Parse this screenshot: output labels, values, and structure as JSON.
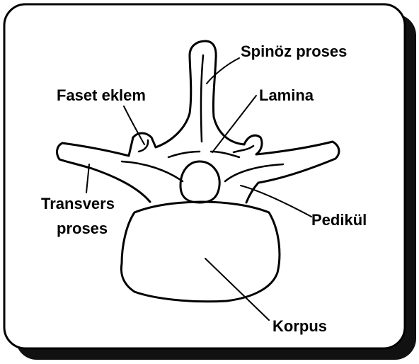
{
  "labels": {
    "spinoz": "Spinöz proses",
    "faset": "Faset eklem",
    "lamina": "Lamina",
    "transvers_line1": "Transvers",
    "transvers_line2": "proses",
    "pedikul": "Pedikül",
    "korpus": "Korpus"
  },
  "colors": {
    "outline": "#000000",
    "frame_shadow": "#111111",
    "background": "#ffffff"
  }
}
